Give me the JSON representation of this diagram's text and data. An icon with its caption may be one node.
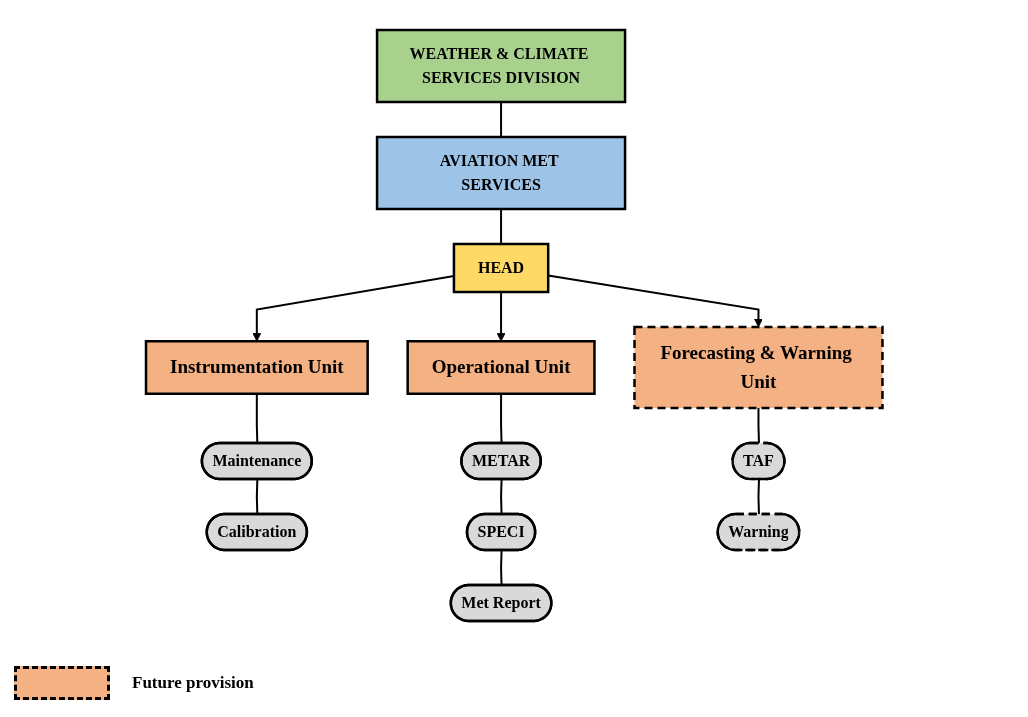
{
  "diagram": {
    "nodes": [
      {
        "text": [
          "WEATHER & CLIMATE SERVICES DIVISION"
        ]
      },
      {
        "text": [
          "AVIATION MET SERVICES"
        ]
      },
      {
        "text": [
          "HEAD"
        ]
      },
      {
        "text": [
          "Instrumentation Unit"
        ]
      },
      {
        "text": [
          "Operational Unit"
        ]
      },
      {
        "text": [
          "Forecasting & Warning Unit"
        ]
      },
      {
        "text": [
          "Maintenance"
        ]
      },
      {
        "text": [
          "Calibration"
        ]
      },
      {
        "text": [
          "METAR"
        ]
      },
      {
        "text": [
          "SPECI"
        ]
      },
      {
        "text": [
          "Met Report"
        ]
      },
      {
        "text": [
          "TAF"
        ]
      },
      {
        "text": [
          "Warning"
        ]
      }
    ],
    "edges": [
      {
        "from": 0,
        "to": 1,
        "arrow": "none"
      },
      {
        "from": 1,
        "to": 2,
        "arrow": "none"
      },
      {
        "from": 2,
        "to": 3,
        "arrow": "to"
      },
      {
        "from": 2,
        "to": 4,
        "arrow": "to"
      },
      {
        "from": 2,
        "to": 5,
        "arrow": "to"
      },
      {
        "from": 3,
        "to": 6,
        "arrow": "none"
      },
      {
        "from": 6,
        "to": 7,
        "arrow": "none"
      },
      {
        "from": 4,
        "to": 8,
        "arrow": "none"
      },
      {
        "from": 8,
        "to": 9,
        "arrow": "none"
      },
      {
        "from": 9,
        "to": 10,
        "arrow": "none"
      },
      {
        "from": 5,
        "to": 11,
        "arrow": "none"
      },
      {
        "from": 11,
        "to": 12,
        "arrow": "none"
      }
    ],
    "legend": [
      {
        "text": "Future provision"
      }
    ]
  }
}
